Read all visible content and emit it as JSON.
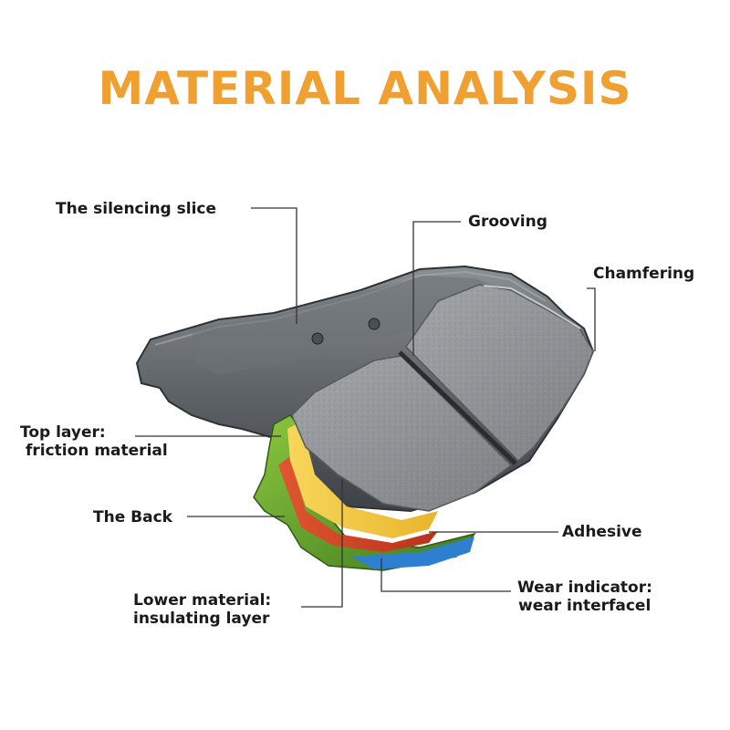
{
  "title": "MATERIAL ANALYSIS",
  "labels": {
    "silencing_slice": "The silencing slice",
    "grooving": "Grooving",
    "chamfering": "Chamfering",
    "top_layer_line1": "Top layer:",
    "top_layer_line2": "friction material",
    "the_back": "The Back",
    "adhesive": "Adhesive",
    "lower_material_line1": "Lower material:",
    "lower_material_line2": "insulating layer",
    "wear_indicator_line1": "Wear indicator:",
    "wear_indicator_line2": "wear interfacel"
  },
  "colors": {
    "title": "#f0a030",
    "text": "#1a1a1a",
    "back_plate": "#5d6266",
    "friction": "#8f9396",
    "green_layer": "#5a9a2c",
    "yellow_layer": "#f2c43a",
    "red_layer": "#d2452a",
    "blue_layer": "#2f7fd1"
  }
}
